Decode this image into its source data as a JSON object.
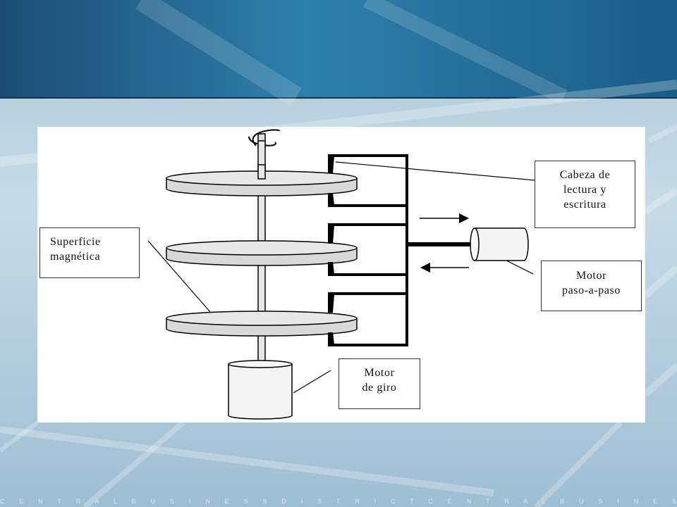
{
  "diagram": {
    "labels": {
      "superficie_line1": "Superficie",
      "superficie_line2": "magnética",
      "cabeza_line1": "Cabeza de",
      "cabeza_line2": "lectura y",
      "cabeza_line3": "escritura",
      "motor_paso_line1": "Motor",
      "motor_paso_line2": "paso-a-paso",
      "motor_giro_line1": "Motor",
      "motor_giro_line2": "de giro"
    }
  },
  "footer": {
    "ticker": "C E N T R A L B U S I N E S S D I S T R I C T C E N T R A L B U S I N E S S D I S T R I C T C E N T R A"
  },
  "colors": {
    "header": "#2d80ac",
    "background": "#b9d3e0",
    "disk_fill": "#dcdcdc",
    "outline": "#000000"
  }
}
